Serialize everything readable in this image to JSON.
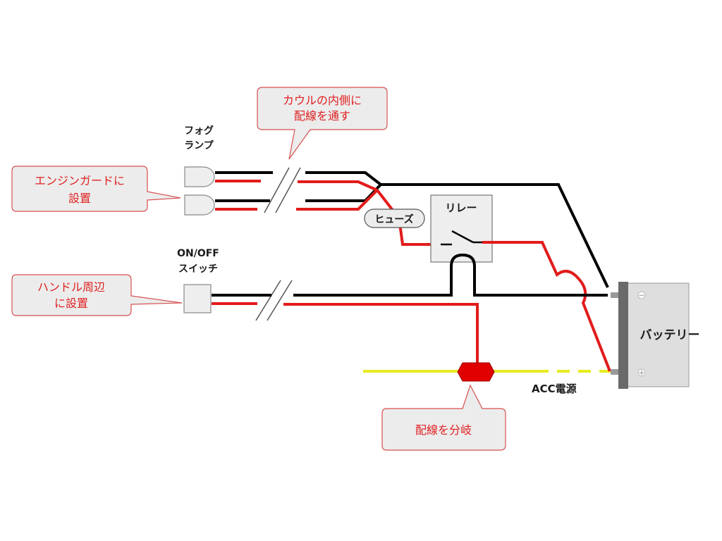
{
  "labels": {
    "fog_lamp": [
      "フォグ",
      "ランプ"
    ],
    "switch": [
      "ON/OFF",
      "スイッチ"
    ],
    "relay": "リレー",
    "fuse": "ヒューズ",
    "battery": "バッテリー",
    "acc_power": "ACC電源",
    "battery_negative": "－",
    "battery_positive": "＋"
  },
  "callouts": {
    "cowl": [
      "カウルの内側に",
      "配線を通す"
    ],
    "engine_guard": [
      "エンジンガードに",
      "設置"
    ],
    "handle": [
      "ハンドル周辺",
      "に設置"
    ],
    "branch": "配線を分岐"
  },
  "colors": {
    "wire_black": "#000000",
    "wire_red": "#e21b1b",
    "acc_line": "#e6ec1e",
    "callout_text": "#e02020",
    "callout_fill": "#ececec",
    "callout_border": "#d65050",
    "component_fill": "#eeeeee",
    "branch_node": "#e00000"
  }
}
